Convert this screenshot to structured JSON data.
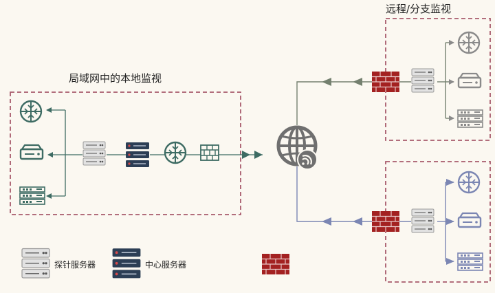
{
  "labels": {
    "local_title": "局域网中的本地监视",
    "remote_title": "远程/分支监视"
  },
  "legend": {
    "probe_label": "探针服务器",
    "center_label": "中心服务器"
  },
  "colors": {
    "teal": "#3d6b63",
    "navy": "#2c3e55",
    "gray": "#6f6f6f",
    "dashed_border": "#a85a6c",
    "firewall_red": "#a32121",
    "periwinkle": "#7b86b3",
    "olive_gray": "#74806f",
    "background": "#fbf8f1"
  },
  "icons": {
    "router": "router-icon",
    "hard_drive": "hard-drive-icon",
    "switch": "switch-icon",
    "probe_server": "probe-server-icon",
    "center_server": "center-server-icon",
    "firewall": "firewall-icon",
    "internet": "internet-globe-icon"
  }
}
